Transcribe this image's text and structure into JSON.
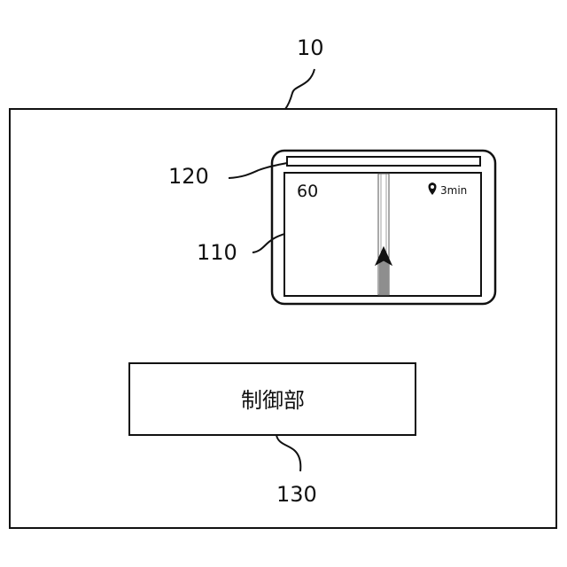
{
  "labels": {
    "device": "10",
    "display": "110",
    "top_bar": "120",
    "controller": "130"
  },
  "screen": {
    "speed": "60",
    "eta": "3min",
    "pin_icon": "location-pin-icon",
    "arrow_icon": "direction-arrow-icon"
  },
  "controller_box": {
    "text": "制御部"
  }
}
